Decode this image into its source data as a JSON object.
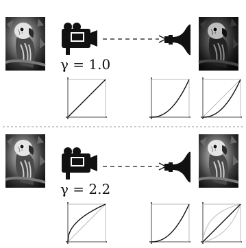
{
  "rows": [
    {
      "gamma_label": "γ = 1.0",
      "gamma": 1.0,
      "curves": [
        {
          "role": "encoding",
          "exponent": 1.0
        },
        {
          "role": "display",
          "exponent": 2.2
        },
        {
          "role": "result",
          "exponent": 2.2
        }
      ]
    },
    {
      "gamma_label": "γ = 2.2",
      "gamma": 2.2,
      "curves": [
        {
          "role": "encoding",
          "exponent": 0.4545
        },
        {
          "role": "display",
          "exponent": 2.2
        },
        {
          "role": "result",
          "exponent": 1.0
        }
      ]
    }
  ],
  "icons": {
    "source": "video-camera-icon",
    "display": "crt-display-icon",
    "input_photo": "parrot-photo",
    "output_photo": "parrot-photo-output"
  },
  "colors": {
    "ink": "#111111",
    "curve": "#111111",
    "reference_line": "#bbbbbb",
    "separator": "#999999",
    "background": "#ffffff"
  }
}
